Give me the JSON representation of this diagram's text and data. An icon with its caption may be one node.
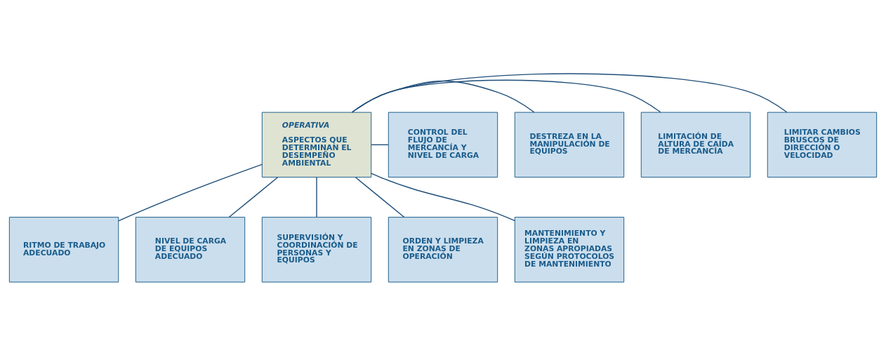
{
  "diagram": {
    "nodes": [
      {
        "text": [
          "OPERATIVA",
          "ASPECTOS QUE DETERMINAN EL DESEMPEÑO AMBIENTAL"
        ]
      },
      {
        "text": [
          "LIMITAR CAMBIOS BRUSCOS DE DIRECCIÓN O VELOCIDAD"
        ]
      },
      {
        "text": [
          "LIMITACIÓN DE ALTURA DE CAÍDA DE MERCANCÍA"
        ]
      },
      {
        "text": [
          "DESTREZA EN LA MANIPULACIÓN DE EQUIPOS"
        ]
      },
      {
        "text": [
          "CONTROL DEL FLUJO DE MERCANCÍA Y NIVEL DE CARGA"
        ]
      },
      {
        "text": [
          "RITMO DE TRABAJO ADECUADO"
        ]
      },
      {
        "text": [
          "NIVEL DE CARGA DE EQUIPOS ADECUADO"
        ]
      },
      {
        "text": [
          "SUPERVISIÓN Y COORDINACIÓN DE PERSONAS Y EQUIPOS"
        ]
      },
      {
        "text": [
          "ORDEN Y LIMPIEZA EN ZONAS DE OPERACIÓN"
        ]
      },
      {
        "text": [
          "MANTENIMIENTO Y LIMPIEZA EN ZONAS APROPIADAS SEGÚN PROTOCOLOS DE MANTENIMIENTO"
        ]
      }
    ],
    "edges": [
      {
        "from": 0,
        "to": 1,
        "arrow": "none"
      },
      {
        "from": 0,
        "to": 2,
        "arrow": "none"
      },
      {
        "from": 0,
        "to": 3,
        "arrow": "none"
      },
      {
        "from": 0,
        "to": 4,
        "arrow": "none"
      },
      {
        "from": 0,
        "to": 5,
        "arrow": "none"
      },
      {
        "from": 0,
        "to": 6,
        "arrow": "none"
      },
      {
        "from": 0,
        "to": 7,
        "arrow": "none"
      },
      {
        "from": 0,
        "to": 8,
        "arrow": "none"
      },
      {
        "from": 0,
        "to": 9,
        "arrow": "none"
      }
    ]
  }
}
